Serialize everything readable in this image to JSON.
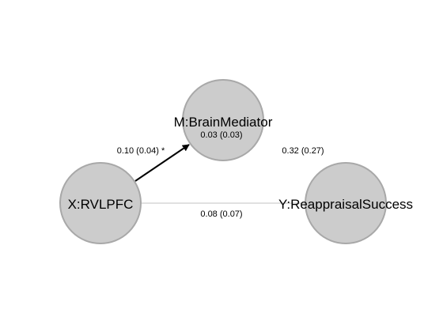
{
  "nodes": {
    "m": {
      "label": "M:BrainMediator"
    },
    "x": {
      "label": "X:RVLPFC"
    },
    "y": {
      "label": "Y:ReappraisalSuccess"
    }
  },
  "edges": {
    "x_to_m": {
      "label": "0.10 (0.04) *",
      "significant": true
    },
    "m_to_y": {
      "label": "0.32 (0.27)",
      "significant": false
    },
    "x_to_y": {
      "label": "0.08 (0.07)",
      "significant": false
    },
    "x_to_y_via_m": {
      "label": "0.03 (0.03)"
    }
  },
  "colors": {
    "node_fill": "#cccccc",
    "node_stroke": "#a8a8a8",
    "significant_edge": "#000000",
    "nonsignificant_edge": "#c0c0c0"
  }
}
